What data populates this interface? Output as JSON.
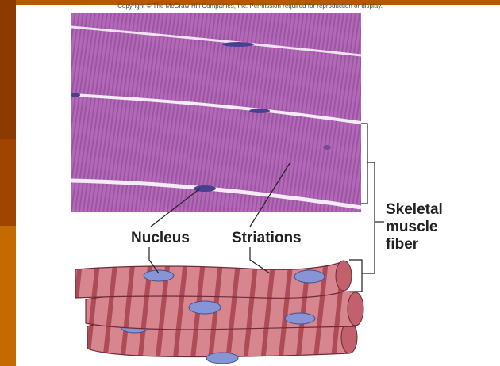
{
  "copyright": "Copyright © The McGraw-Hill Companies, Inc. Permission required for reproduction or display.",
  "labels": {
    "nucleus": "Nucleus",
    "striations": "Striations",
    "fiber_line1": "Skeletal",
    "fiber_line2": "muscle",
    "fiber_line3": "fiber"
  },
  "colors": {
    "micrograph_base": "#b468b8",
    "micrograph_band": "#8f4c9a",
    "nucleus_dark": "#4a3f8f",
    "fiber_base": "#d7868f",
    "fiber_band": "#a8434f",
    "fiber_nucleus": "#8795d6",
    "frame_left": "#8c3a00"
  }
}
